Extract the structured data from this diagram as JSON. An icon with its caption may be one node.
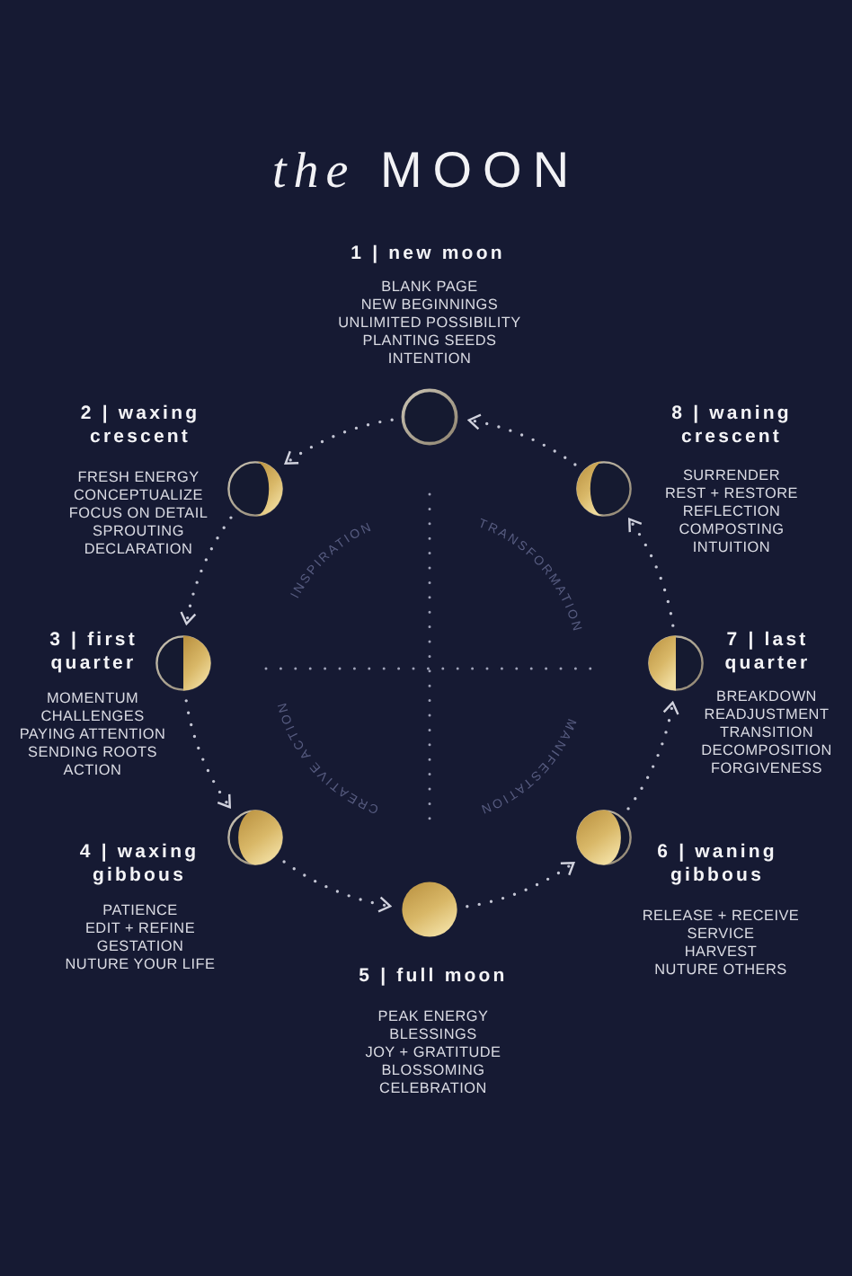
{
  "diagram": {
    "title": "*the* MOON",
    "nodes": [
      {
        "text": [],
        "shape": "circle",
        "beside": [
          "1 | new moon",
          "BLANK PAGE",
          "NEW BEGINNINGS",
          "UNLIMITED POSSIBILITY",
          "PLANTING SEEDS",
          "INTENTION"
        ]
      },
      {
        "text": [],
        "shape": "circle",
        "beside": [
          "2 | waxing crescent",
          "FRESH ENERGY",
          "CONCEPTUALIZE",
          "FOCUS ON DETAIL",
          "SPROUTING",
          "DECLARATION"
        ]
      },
      {
        "text": [],
        "shape": "circle",
        "beside": [
          "3 | first quarter",
          "MOMENTUM",
          "CHALLENGES",
          "PAYING ATTENTION",
          "SENDING ROOTS",
          "ACTION"
        ]
      },
      {
        "text": [],
        "shape": "circle",
        "beside": [
          "4 | waxing gibbous",
          "PATIENCE",
          "EDIT + REFINE",
          "GESTATION",
          "NUTURE YOUR LIFE"
        ]
      },
      {
        "text": [],
        "shape": "circle",
        "beside": [
          "5 | full moon",
          "PEAK ENERGY",
          "BLESSINGS",
          "JOY + GRATITUDE",
          "BLOSSOMING",
          "CELEBRATION"
        ]
      },
      {
        "text": [],
        "shape": "circle",
        "beside": [
          "6 | waning gibbous",
          "RELEASE + RECEIVE",
          "SERVICE",
          "HARVEST",
          "NUTURE OTHERS"
        ]
      },
      {
        "text": [],
        "shape": "circle",
        "beside": [
          "7 | last quarter",
          "BREAKDOWN",
          "READJUSTMENT",
          "TRANSITION",
          "DECOMPOSITION",
          "FORGIVENESS"
        ]
      },
      {
        "text": [],
        "shape": "circle",
        "beside": [
          "8 | waning crescent",
          "SURRENDER",
          "REST + RESTORE",
          "REFLECTION",
          "COMPOSTING",
          "INTUITION"
        ]
      }
    ],
    "edges": [
      {
        "from": 0,
        "to": 1,
        "arrow": "to"
      },
      {
        "from": 1,
        "to": 2,
        "arrow": "to"
      },
      {
        "from": 2,
        "to": 3,
        "arrow": "to"
      },
      {
        "from": 3,
        "to": 4,
        "arrow": "to"
      },
      {
        "from": 4,
        "to": 5,
        "arrow": "to"
      },
      {
        "from": 5,
        "to": 6,
        "arrow": "to"
      },
      {
        "from": 6,
        "to": 7,
        "arrow": "to"
      },
      {
        "from": 7,
        "to": 0,
        "arrow": "to"
      }
    ],
    "labels": [
      "INSPIRATION",
      "TRANSFORMATION",
      "CREATIVE ACTION",
      "MANIFESTATION"
    ]
  }
}
